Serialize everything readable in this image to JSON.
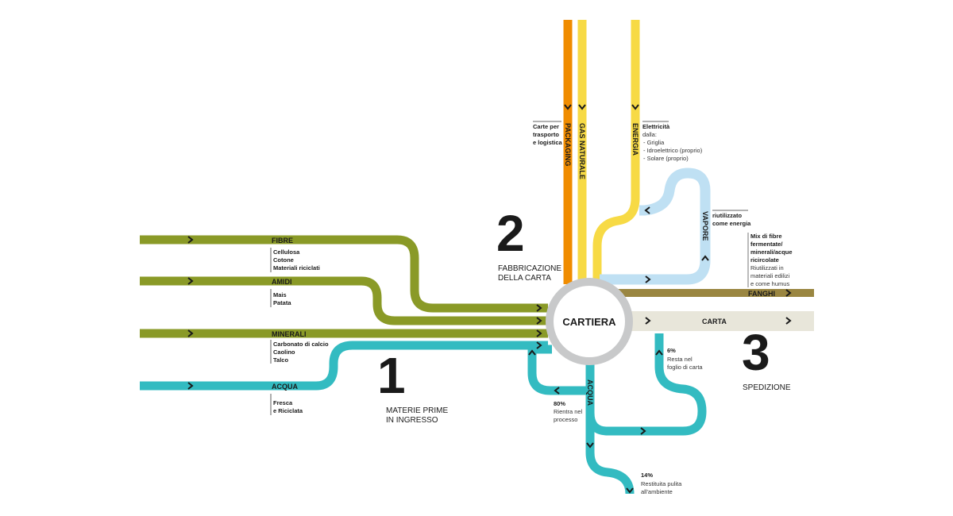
{
  "colors": {
    "green": "#8A9A27",
    "teal": "#33BBC1",
    "orange": "#F08C00",
    "yellow": "#F7DA45",
    "steam": "#BFE0F3",
    "sludge": "#9A8641",
    "paper": "#E8E6DA",
    "hub": "#C8C9CA"
  },
  "hub": {
    "label": "CARTIERA"
  },
  "stages": [
    {
      "number": "1",
      "line1": "MATERIE PRIME",
      "line2": "IN INGRESSO"
    },
    {
      "number": "2",
      "line1": "FABBRICAZIONE",
      "line2": "DELLA CARTA"
    },
    {
      "number": "3",
      "line1": "SPEDIZIONE",
      "line2": ""
    }
  ],
  "inputs": [
    {
      "name": "FIBRE",
      "notes": [
        "Cellulosa",
        "Cotone",
        "Materiali riciclati"
      ]
    },
    {
      "name": "AMIDI",
      "notes": [
        "Mais",
        "Patata"
      ]
    },
    {
      "name": "MINERALI",
      "notes": [
        "Carbonato di calcio",
        "Caolino",
        "Talco"
      ]
    },
    {
      "name": "ACQUA",
      "notes": [
        "Fresca",
        "e Riciclata"
      ]
    }
  ],
  "verticals": {
    "packaging": {
      "name": "PACKAGING",
      "notes": [
        "Carte per",
        "trasporto",
        "e logistica"
      ]
    },
    "gas": {
      "name": "GAS NATURALE"
    },
    "energia": {
      "name": "ENERGIA",
      "title": "Elettricità",
      "notes": [
        "dalla:",
        "- Griglia",
        "- Idroelettrico (proprio)",
        "- Solare (proprio)"
      ]
    },
    "vapore": {
      "name": "VAPORE",
      "notes": [
        "riutilizzato",
        "come energia"
      ]
    }
  },
  "fanghi": {
    "name": "FANGHI",
    "notes_bold": [
      "Mix di fibre",
      "fermentate/",
      "minerali/acque",
      "ricircolate"
    ],
    "notes": [
      "Riutilizzati in",
      "materiali edilizi",
      "e come humus"
    ]
  },
  "carta": {
    "name": "CARTA"
  },
  "water_out": {
    "name": "ACQUA",
    "reuse": {
      "pct": "80%",
      "l1": "Rientra nel",
      "l2": "processo"
    },
    "paper": {
      "pct": "6%",
      "l1": "Resta nel",
      "l2": "foglio di carta"
    },
    "env": {
      "pct": "14%",
      "l1": "Restituita pulita",
      "l2": "all'ambiente"
    }
  }
}
